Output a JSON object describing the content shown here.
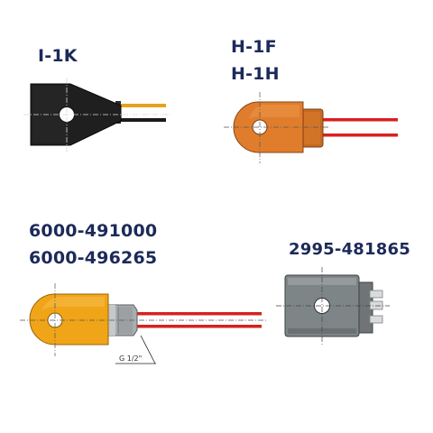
{
  "products": [
    {
      "codes": [
        "I-1K"
      ]
    },
    {
      "codes": [
        "H-1F",
        "H-1H"
      ]
    },
    {
      "codes": [
        "6000-491000",
        "6000-496265"
      ]
    },
    {
      "codes": [
        "2995-481865"
      ]
    }
  ],
  "thread_label": "G 1/2\"",
  "colors": {
    "label_text": "#1c2a5a",
    "black_coil": "#1f1f1f",
    "orange_coil": "#e07d2c",
    "yellow_coil": "#f0a417",
    "gray_coil": "#7e8587",
    "red_wire": "#d82020",
    "yellow_wire": "#e6a21b"
  }
}
